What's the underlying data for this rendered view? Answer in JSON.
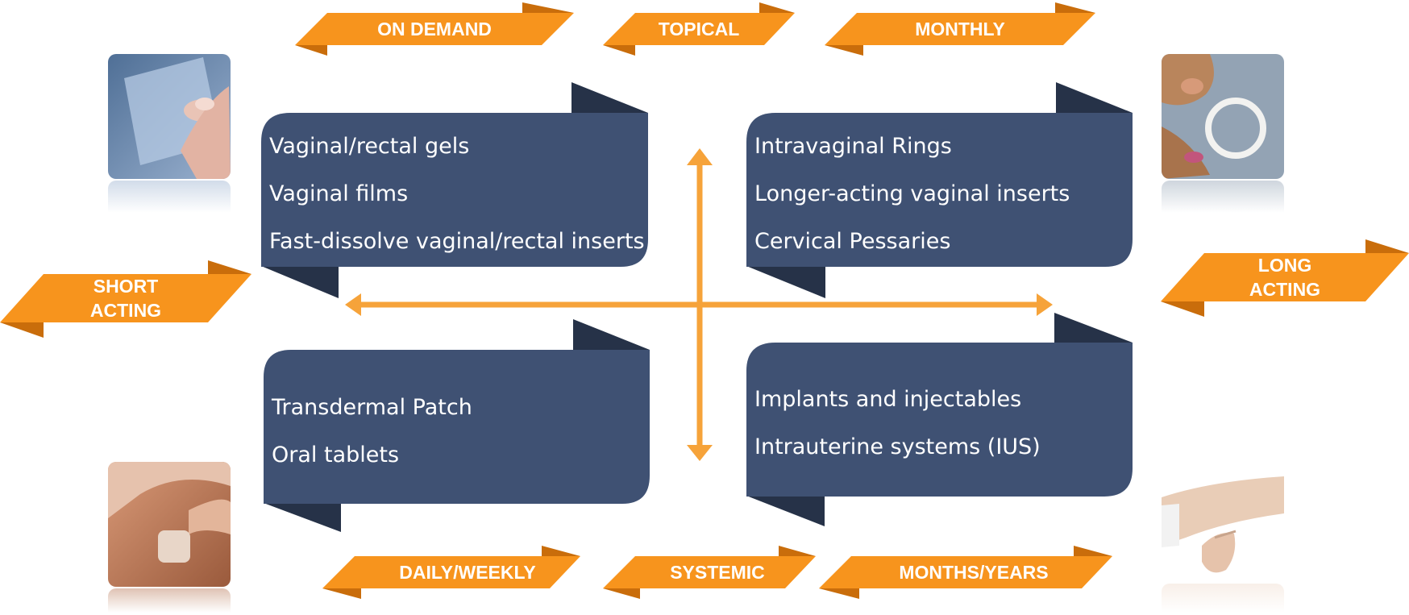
{
  "colors": {
    "orange": "#f7941d",
    "orange_dark": "#c96d0b",
    "navy": "#3f5173",
    "navy_dark": "#263248",
    "arrow": "#f6a33a"
  },
  "tags": {
    "on_demand": "ON DEMAND",
    "topical": "TOPICAL",
    "monthly": "MONTHLY",
    "short_acting": "SHORT\nACTING",
    "long_acting": "LONG\nACTING",
    "daily_weekly": "DAILY/WEEKLY",
    "systemic": "SYSTEMIC",
    "months_years": "MONTHS/YEARS"
  },
  "quadrants": {
    "top_left": {
      "items": [
        "Vaginal/rectal gels",
        "Vaginal films",
        "Fast-dissolve vaginal/rectal  inserts"
      ]
    },
    "top_right": {
      "items": [
        "Intravaginal Rings",
        "Longer-acting vaginal inserts",
        "Cervical Pessaries"
      ]
    },
    "bottom_left": {
      "items": [
        "Transdermal Patch",
        "Oral tablets"
      ]
    },
    "bottom_right": {
      "items": [
        "Implants and injectables",
        "Intrauterine systems (IUS)"
      ]
    }
  },
  "photos": {
    "top_left": "vaginal-film-photo",
    "top_right": "intravaginal-ring-photo",
    "bottom_left": "transdermal-patch-photo",
    "bottom_right": "arm-implant-photo"
  }
}
